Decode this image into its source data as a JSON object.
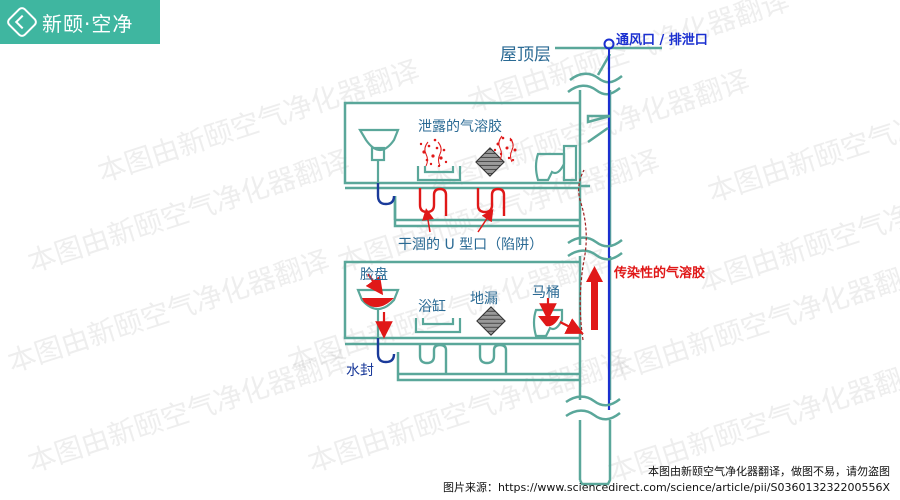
{
  "brand": {
    "name": "新颐·空净"
  },
  "labels": {
    "roof": "屋顶层",
    "vent": "通风口 / 排泄口",
    "leaked_aerosol": "泄露的气溶胶",
    "dry_trap": "干涸的 U 型口（陷阱）",
    "infectious_aerosol": "传染性的气溶胶",
    "basin": "脸盘",
    "bathtub": "浴缸",
    "floor_drain": "地漏",
    "toilet": "马桶",
    "water_seal": "水封"
  },
  "watermark": {
    "text": "本图由新颐空气净化器翻译"
  },
  "footer": {
    "note": "本图由新颐空气净化器翻译，做图不易，请勿盗图",
    "source": "图片来源：https://www.sciencedirect.com/science/article/pii/S036013232200556X"
  },
  "colors": {
    "pipe": "#5aa79a",
    "stack": "#1a2fd0",
    "contaminated": "#e01818",
    "water_seal": "#1a3a9a",
    "label": "#2a6a94",
    "brand": "#3fb6a0"
  }
}
